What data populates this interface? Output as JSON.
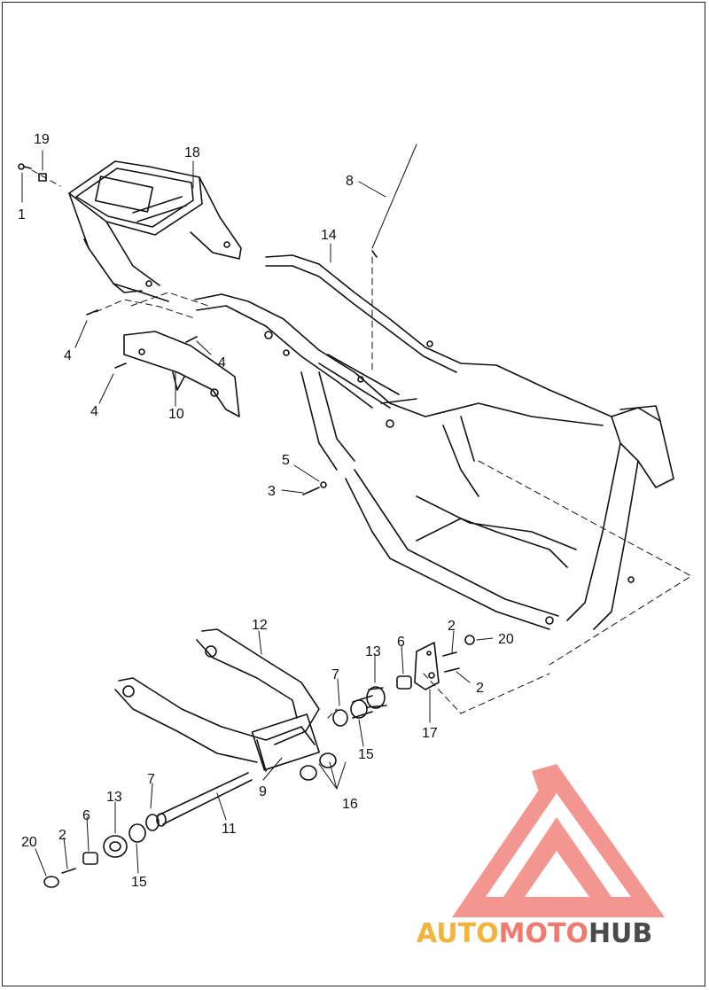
{
  "callouts": {
    "c1": "1",
    "c19": "19",
    "c18": "18",
    "c8": "8",
    "c14": "14",
    "c4a": "4",
    "c4b": "4",
    "c4c": "4",
    "c10": "10",
    "c5": "5",
    "c3": "3",
    "c12": "12",
    "c13a": "13",
    "c6a": "6",
    "c2a": "2",
    "c20a": "20",
    "c7a": "7",
    "c2b": "2",
    "c15a": "15",
    "c17": "17",
    "c9": "9",
    "c16": "16",
    "c13b": "13",
    "c7b": "7",
    "c6b": "6",
    "c2c": "2",
    "c20b": "20",
    "c11": "11",
    "c15b": "15"
  },
  "watermark": {
    "part1": "AUTO",
    "part2": "MOTO",
    "part3": "HUB",
    "color_auto": "#f3b33d",
    "color_moto": "#f07a6e",
    "color_hub": "#4a4a4a",
    "logo_color": "#f28b86"
  }
}
